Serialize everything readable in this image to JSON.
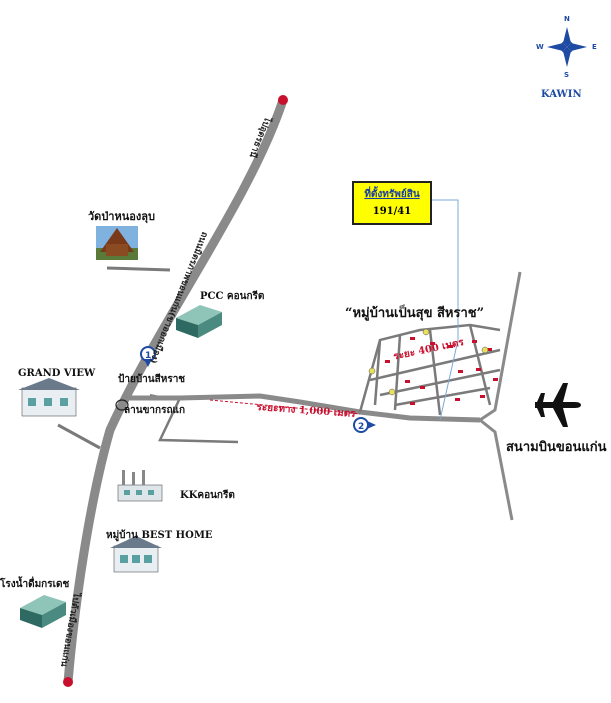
{
  "compass": {
    "n": "N",
    "s": "S",
    "e": "E",
    "w": "W",
    "brand": "KAWIN"
  },
  "callout": {
    "line1": "ที่ตั้งทรัพย์สิน",
    "line2": "191/41"
  },
  "labels": {
    "wat": "วัดป่าหนองลุบ",
    "pcc": "PCC คอนกรีต",
    "village_main": "“หมู่บ้านเป็นสุข สีหราช”",
    "grand_view": "GRAND VIEW",
    "bus_stop": "ป้ายบ้านสีหราช",
    "lan": "ลานขากรถแก",
    "kk": "KKคอนกรีต",
    "best_home": "หมู่บ้าน BEST HOME",
    "factory": "โรงน้ำดื่มกรเดช",
    "airport": "สนามบินขอนแก่น",
    "road_top": "ไปอุดรธานี",
    "road_mid": "ถนนมิตรภาพขอนแก่น(ขาออกเมือง)",
    "road_bottom": "ไปตัวเมืองขอนแก่น",
    "dist_main": "ระยะทาง 1,000 เมตร",
    "dist_village": "ระยะ 400 เมตร",
    "marker1": "1",
    "marker2": "2"
  },
  "colors": {
    "road": "#8a8a8a",
    "accent_red": "#c8102e",
    "callout_bg": "#ffff00",
    "compass_blue": "#1f4aa3"
  },
  "icons": [
    "compass-icon",
    "airplane-icon",
    "temple-icon",
    "warehouse-icon",
    "house-icon",
    "factory-icon",
    "location-pin-icon"
  ]
}
